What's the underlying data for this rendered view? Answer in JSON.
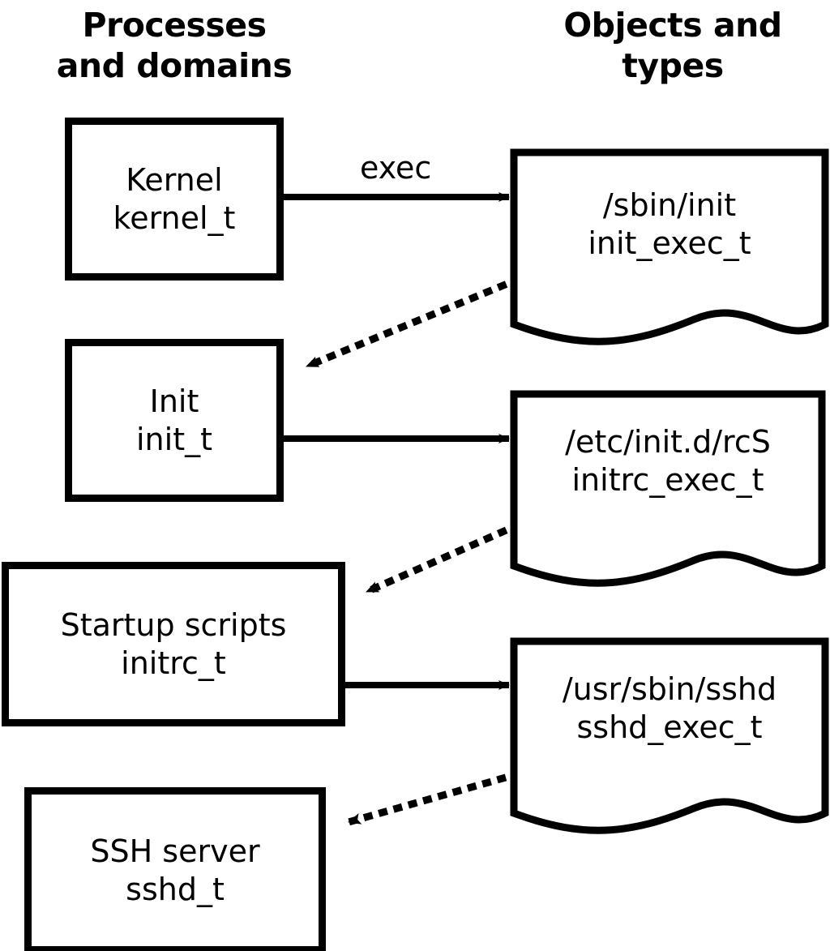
{
  "diagram": {
    "title_left": "Processes\nand domains",
    "title_right": "Objects and\ntypes",
    "accent_color": "#000000",
    "background_color": "#ffffff"
  },
  "columns": {
    "left_header": "Processes\nand domains",
    "right_header": "Objects and\ntypes"
  },
  "process_boxes": [
    {
      "name": "Kernel",
      "type": "kernel_t"
    },
    {
      "name": "Init",
      "type": "init_t"
    },
    {
      "name": "Startup scripts",
      "type": "initrc_t"
    },
    {
      "name": "SSH server",
      "type": "sshd_t"
    }
  ],
  "object_documents": [
    {
      "path": "/sbin/init",
      "type": "init_exec_t"
    },
    {
      "path": "/etc/init.d/rcS",
      "type": "initrc_exec_t"
    },
    {
      "path": "/usr/sbin/sshd",
      "type": "sshd_exec_t"
    }
  ],
  "edges": [
    {
      "from": "Kernel kernel_t",
      "to": "/sbin/init init_exec_t",
      "label": "exec",
      "style": "solid"
    },
    {
      "from": "/sbin/init init_exec_t",
      "to": "Init init_t",
      "label": "",
      "style": "dotted"
    },
    {
      "from": "Init init_t",
      "to": "/etc/init.d/rcS initrc_exec_t",
      "label": "",
      "style": "solid"
    },
    {
      "from": "/etc/init.d/rcS initrc_exec_t",
      "to": "Startup scripts initrc_t",
      "label": "",
      "style": "dotted"
    },
    {
      "from": "Startup scripts initrc_t",
      "to": "/usr/sbin/sshd sshd_exec_t",
      "label": "",
      "style": "solid"
    },
    {
      "from": "/usr/sbin/sshd sshd_exec_t",
      "to": "SSH server sshd_t",
      "label": "",
      "style": "dotted"
    }
  ],
  "labels": {
    "exec": "exec"
  }
}
